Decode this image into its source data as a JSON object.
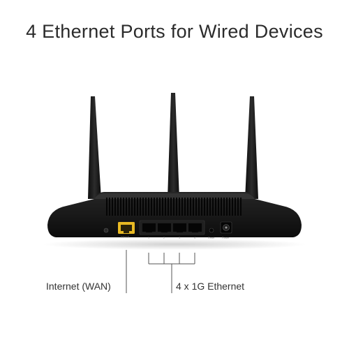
{
  "headline": "4 Ethernet Ports for Wired Devices",
  "callouts": {
    "wan": "Internet (WAN)",
    "ethernet": "4 x 1G Ethernet"
  },
  "router_labels": {
    "internet": "Internet",
    "port1": "1",
    "port2": "2",
    "port3": "3",
    "port4": "4",
    "reset": "Reset",
    "power": "Power"
  },
  "colors": {
    "background": "#ffffff",
    "router_body": "#141414",
    "wan_port": "#e8b923",
    "text": "#2b2b2b",
    "leader_line": "#555555"
  }
}
